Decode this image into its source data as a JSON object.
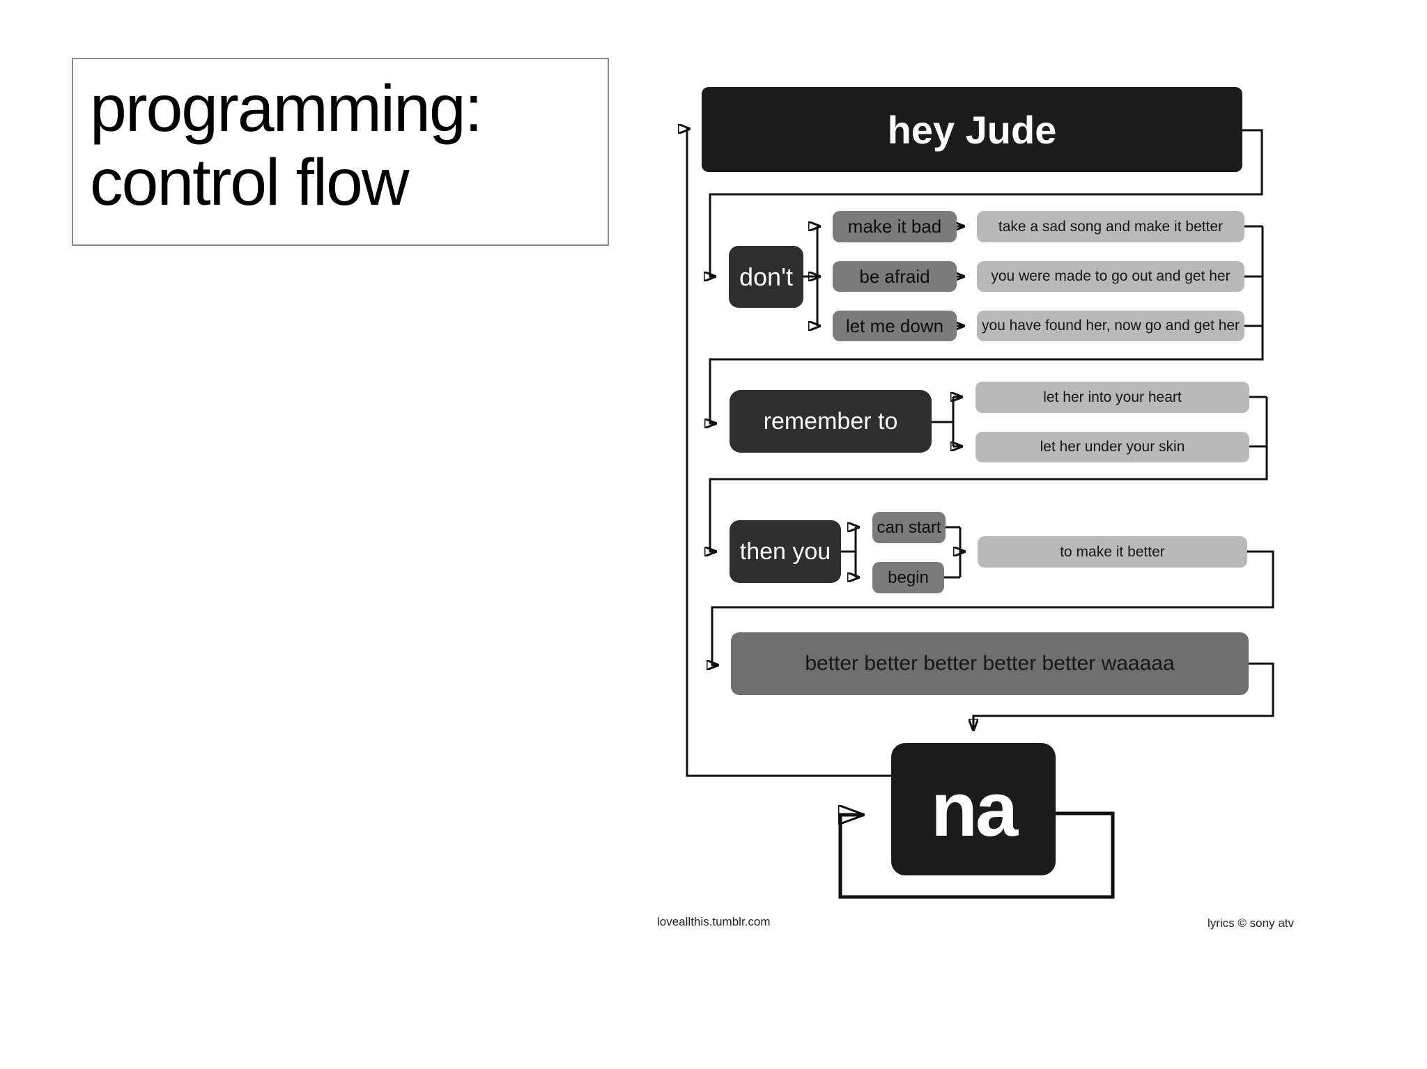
{
  "slide_title": {
    "line1": "programming:",
    "line2": "control flow"
  },
  "flowchart": {
    "start": "hey Jude",
    "dont": {
      "label": "don't",
      "branches": [
        {
          "condition": "make it bad",
          "result": "take a sad song and make it better"
        },
        {
          "condition": "be afraid",
          "result": "you were made to go out and get her"
        },
        {
          "condition": "let me down",
          "result": "you have found her, now go and get her"
        }
      ]
    },
    "remember": {
      "label": "remember to",
      "results": [
        "let her into your heart",
        "let her under your skin"
      ]
    },
    "then_you": {
      "label": "then you",
      "options": [
        "can start",
        "begin"
      ],
      "result": "to make it better"
    },
    "chorus": "better better better better better waaaaa",
    "loop": "na"
  },
  "footer": {
    "left": "loveallthis.tumblr.com",
    "right": "lyrics © sony atv"
  },
  "colors": {
    "node_black": "#1b1b1b",
    "node_dark": "#2e2e2e",
    "node_mid": "#7b7b7b",
    "node_light": "#b9b9b9",
    "node_chorus": "#6f6f6f",
    "line": "#101010"
  }
}
